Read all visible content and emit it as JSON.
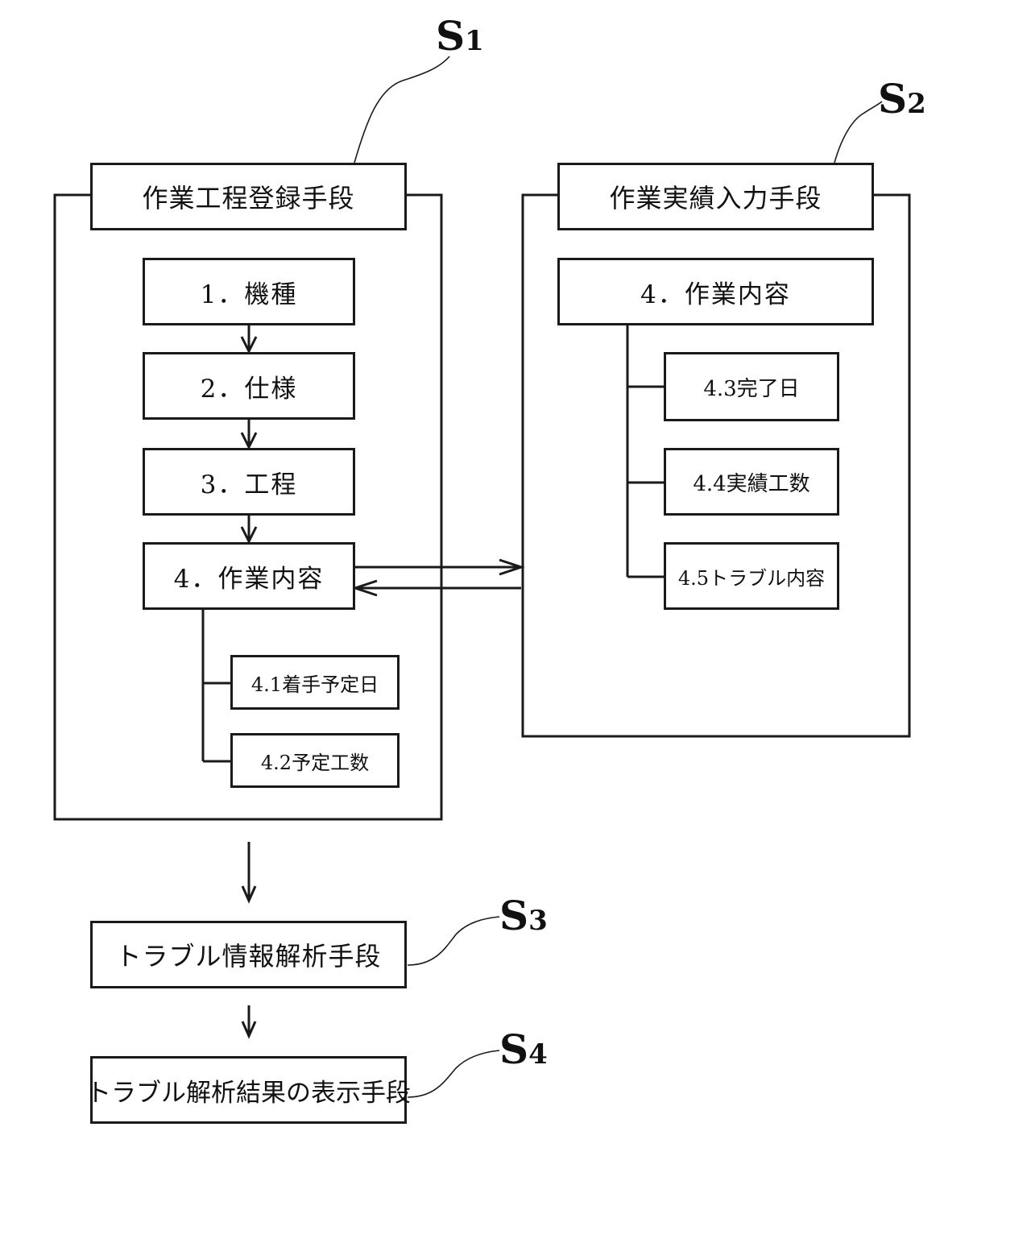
{
  "labels": {
    "s1": {
      "letter": "S",
      "num": "1"
    },
    "s2": {
      "letter": "S",
      "num": "2"
    },
    "s3": {
      "letter": "S",
      "num": "3"
    },
    "s4": {
      "letter": "S",
      "num": "4"
    }
  },
  "s1": {
    "title": "作業工程登録手段",
    "steps": [
      "1．機種",
      "2．仕様",
      "3．工程",
      "4．作業内容"
    ],
    "sub": [
      "4.1着手予定日",
      "4.2予定工数"
    ]
  },
  "s2": {
    "title": "作業実績入力手段",
    "main": "4．作業内容",
    "sub": [
      "4.3完了日",
      "4.4実績工数",
      "4.5トラブル内容"
    ]
  },
  "s3": {
    "title": "トラブル情報解析手段"
  },
  "s4": {
    "title": "トラブル解析結果の表示手段"
  }
}
